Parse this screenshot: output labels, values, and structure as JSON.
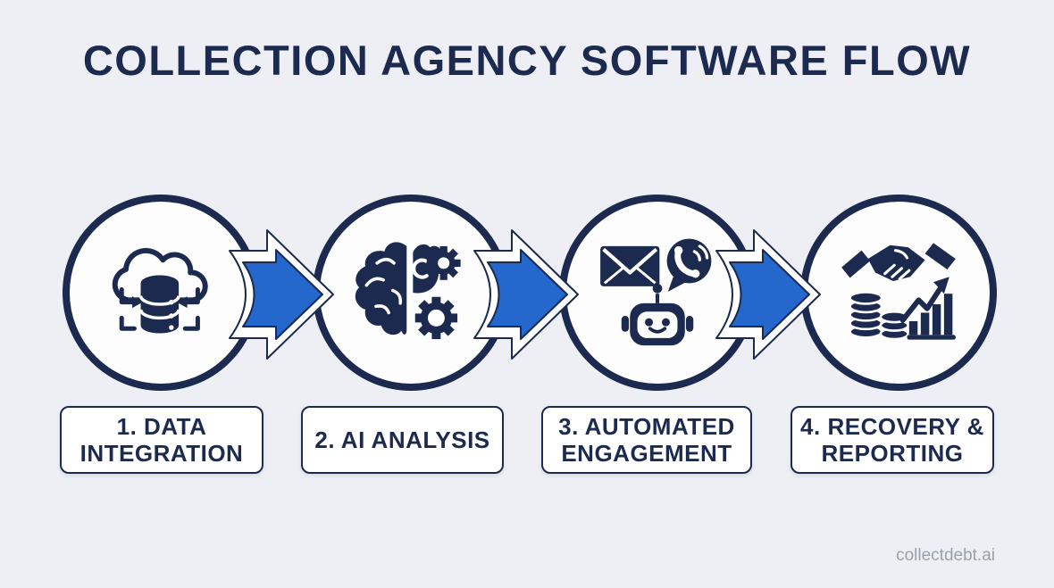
{
  "title": "COLLECTION AGENCY SOFTWARE FLOW",
  "watermark": "collectdebt.ai",
  "colors": {
    "background": "#edeff4",
    "navy": "#1b2a4e",
    "blue": "#2467cd",
    "circle_fill": "#fdfdfe",
    "box_fill": "#ffffff",
    "watermark_gray": "#9aa1ab"
  },
  "steps": [
    {
      "index": 1,
      "label_line1": "1. DATA",
      "label_line2": "INTEGRATION",
      "icon": "cloud-database-icon"
    },
    {
      "index": 2,
      "label_line1": "2. AI ANALYSIS",
      "label_line2": "",
      "icon": "brain-gears-icon"
    },
    {
      "index": 3,
      "label_line1": "3. AUTOMATED",
      "label_line2": "ENGAGEMENT",
      "icon": "messaging-robot-icon"
    },
    {
      "index": 4,
      "label_line1": "4. RECOVERY &",
      "label_line2": "REPORTING",
      "icon": "handshake-growth-icon"
    }
  ],
  "connectors": [
    "flow-arrow-1",
    "flow-arrow-2",
    "flow-arrow-3"
  ]
}
